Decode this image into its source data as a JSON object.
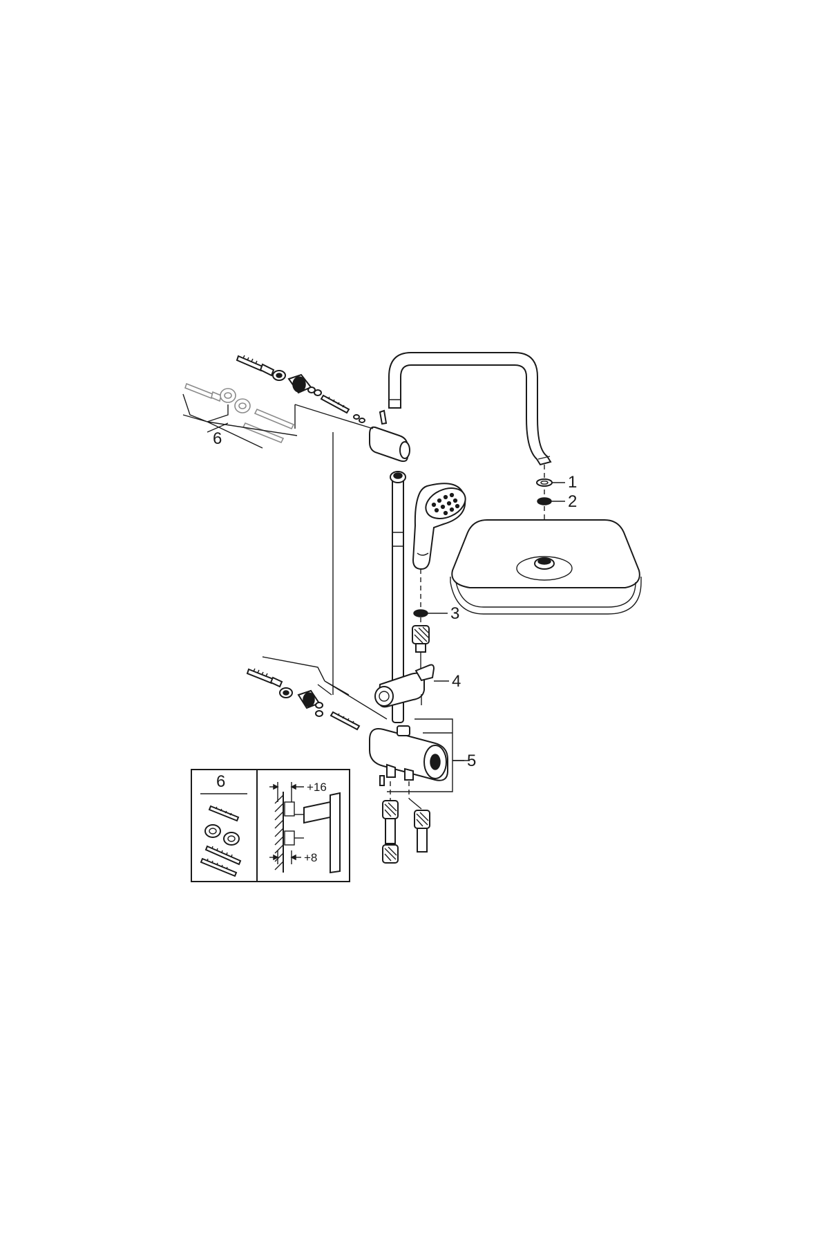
{
  "diagram": {
    "callouts": [
      {
        "label": "1",
        "part": "washer"
      },
      {
        "label": "2",
        "part": "seal-ring"
      },
      {
        "label": "3",
        "part": "hose-seal"
      },
      {
        "label": "4",
        "part": "hand-shower-holder"
      },
      {
        "label": "5",
        "part": "thermostat-assembly"
      },
      {
        "label": "6",
        "part": "wall-fixing-kit"
      }
    ],
    "inset": {
      "kit_label": "6",
      "dim_upper": "+16",
      "dim_lower": "+8"
    }
  }
}
